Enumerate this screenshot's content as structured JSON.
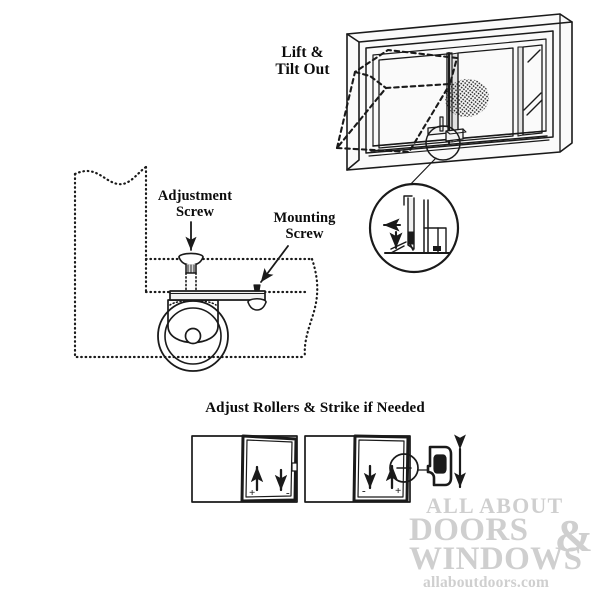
{
  "document": {
    "type": "technical-instruction-diagram",
    "subject": "Sliding window sash removal and roller/strike adjustment",
    "background_color": "#ffffff",
    "line_color": "#1a1a1a"
  },
  "panels": {
    "window_removal": {
      "caption_line1": "Lift &",
      "caption_line2": "Tilt Out",
      "description": "Isometric sliding window frame with dashed outline of sash being lifted and tilted out, screen mesh oval, latch, and magnified roller track detail circle"
    },
    "roller_assembly": {
      "adjustment_screw_line1": "Adjustment",
      "adjustment_screw_line2": "Screw",
      "mounting_screw_line1": "Mounting",
      "mounting_screw_line2": "Screw",
      "description": "Cutaway side view of sash bottom rail with roller wheel, adjustment screw above and mounting screw on the mounting plate"
    },
    "adjust_rollers": {
      "title": "Adjust Rollers & Strike if Needed",
      "left_view": {
        "up_arrow_sign": "+",
        "down_arrow_sign": "-"
      },
      "right_view": {
        "down_arrow_sign": "-",
        "up_arrow_sign": "+"
      },
      "strike_detail": "Strike keeper shown with vertical double arrow indicating up/down adjustment"
    }
  },
  "watermark": {
    "line1": "ALL ABOUT",
    "ampersand": "&",
    "line2": "DOORS",
    "line3": "WINDOWS",
    "url": "allaboutdoors.com",
    "color": "#cfcfcf"
  }
}
